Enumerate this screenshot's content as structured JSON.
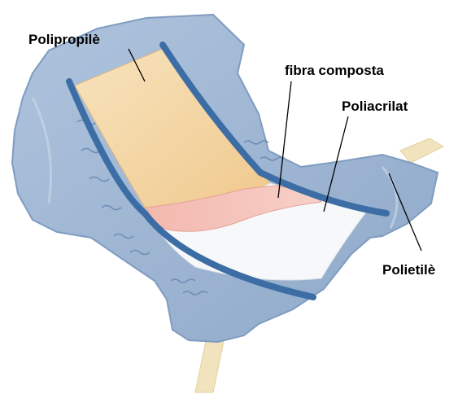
{
  "labels": {
    "polypropylene": "Polipropilè",
    "composite_fiber": "fibra composta",
    "polyacrylate": "Poliacrilat",
    "polyethylene": "Polietilè"
  }
}
